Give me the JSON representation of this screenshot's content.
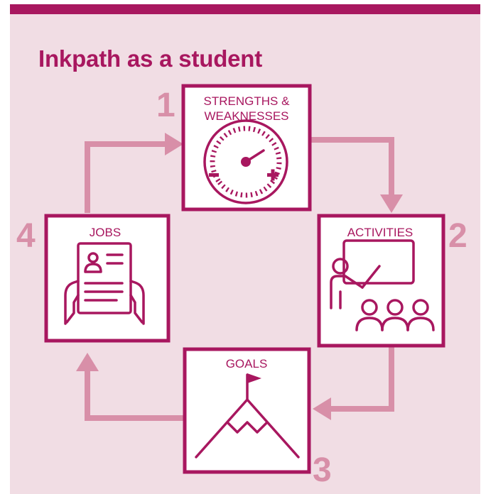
{
  "title": "Inkpath as a student",
  "colors": {
    "brand": "#a8175f",
    "background": "#f1dde4",
    "arrow": "#d88fa8"
  },
  "steps": [
    {
      "number": "1",
      "label_line1": "STRENGTHS &",
      "label_line2": "WEAKNESSES",
      "icon": "gauge-icon"
    },
    {
      "number": "2",
      "label": "ACTIVITIES",
      "icon": "teacher-audience-icon"
    },
    {
      "number": "3",
      "label": "GOALS",
      "icon": "mountain-flag-icon"
    },
    {
      "number": "4",
      "label": "JOBS",
      "icon": "cv-in-hands-icon"
    }
  ]
}
